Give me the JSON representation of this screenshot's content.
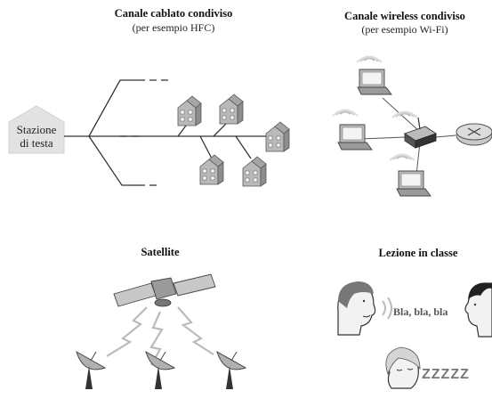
{
  "hfc": {
    "title": "Canale cablato condiviso",
    "subtitle": "(per esempio HFC)",
    "headend_line1": "Stazione",
    "headend_line2": "di testa"
  },
  "wifi": {
    "title": "Canale wireless condiviso",
    "subtitle": "(per esempio Wi-Fi)"
  },
  "satellite": {
    "title": "Satellite"
  },
  "classroom": {
    "title": "Lezione in classe",
    "speech": "Bla, bla, bla",
    "sleep": "ZZZZZ"
  },
  "colors": {
    "line": "#333333",
    "house": "#b8b8b8",
    "house_dark": "#8e8e8e",
    "headend": "#e2e2e2",
    "device": "#9a9a9a",
    "signal": "#bbbbbb"
  }
}
